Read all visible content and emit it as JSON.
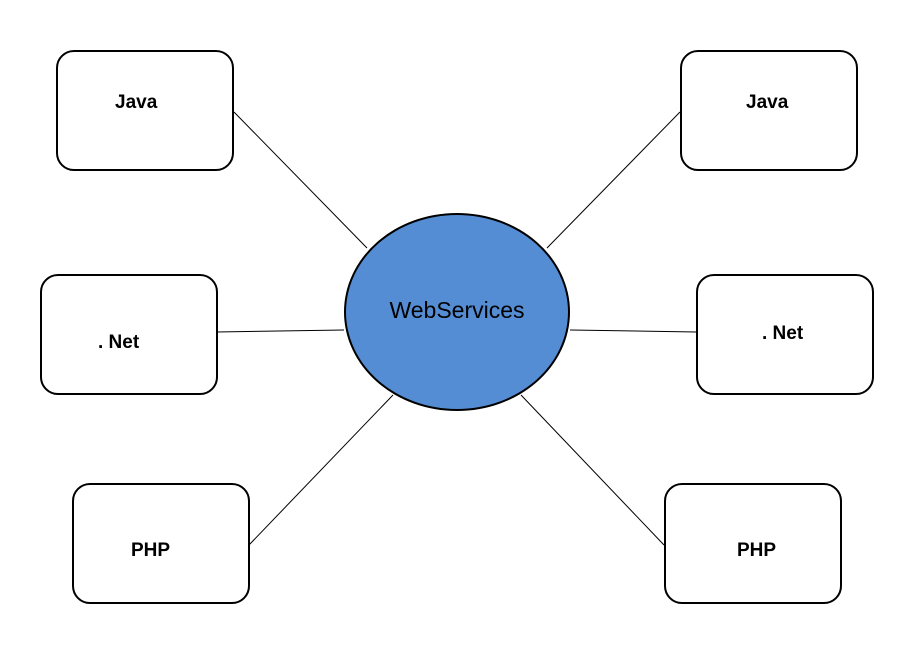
{
  "hub": {
    "label": "WebServices",
    "fill_color": "#548dd4",
    "border_color": "#000000"
  },
  "nodes": {
    "java_left": {
      "label": "Java"
    },
    "net_left": {
      "label": ". Net"
    },
    "php_left": {
      "label": "PHP"
    },
    "java_right": {
      "label": "Java"
    },
    "net_right": {
      "label": ". Net"
    },
    "php_right": {
      "label": "PHP"
    }
  },
  "connector_color": "#000000"
}
